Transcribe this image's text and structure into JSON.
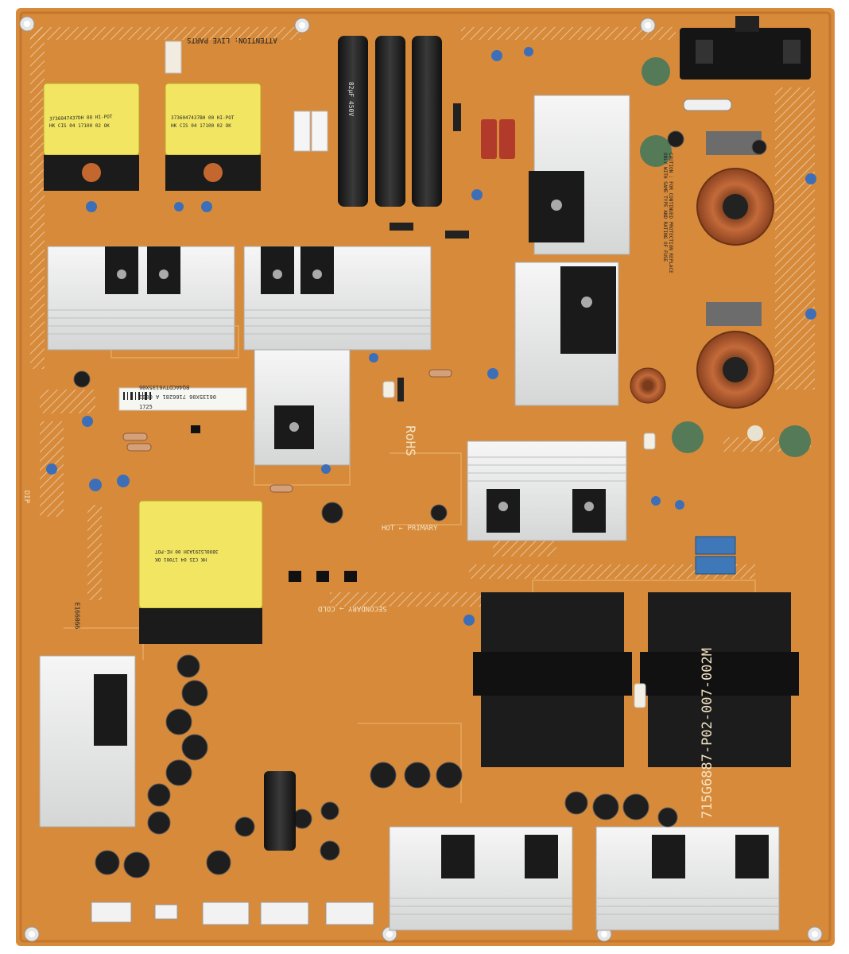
{
  "board": {
    "part_number": "715G6887-P02-007-002M",
    "warning_text": "ATTENTION: LIVE PARTS",
    "rohs_mark": "RoHS",
    "caution_text": "CAUTION : FOR CONTINUED PROTECTION REPLACE ONLY WITH SAME TYPE AND RATING OF FUSE",
    "barcode_label": "BQ4ACDTV6135X06",
    "barcode_sublabel": "06135X06 7166281 A 0001",
    "date_code": "1725",
    "certification_mark": "E166066"
  },
  "zones": {
    "hot_primary": "HOT ← PRIMARY",
    "secondary_cold": "SECONDARY → COLD",
    "dip": "DIP"
  },
  "transformers": [
    {
      "label_line1": "3736047437DH  00  HI-POT",
      "label_line2": "HK  CIS 04 17100 02  OK"
    },
    {
      "label_line1": "3736047437BH  00  HI-POT",
      "label_line2": "HK  CIS 04 17100 02  OK"
    },
    {
      "label_line1": "3890L5291A3H  00  HI-POT",
      "label_line2": "HK  CIS 04  17001  OK"
    }
  ],
  "capacitors": {
    "bulk_label": "82μF 450V"
  },
  "colors": {
    "pcb": "#d78a3a",
    "silkscreen": "#f1e6cf",
    "heatsink": "#e9eaea",
    "transformer": "#f1e561",
    "inductor_core": "#1c1c1c"
  }
}
